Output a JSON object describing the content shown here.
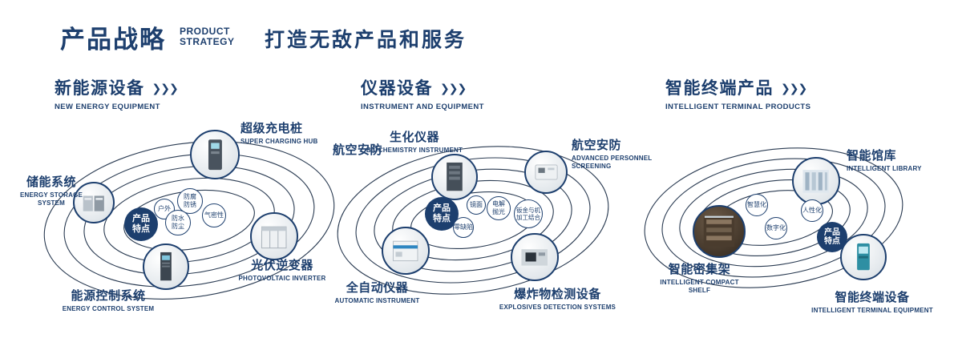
{
  "header": {
    "title": "产品战略",
    "subtitle_line1": "PRODUCT",
    "subtitle_line2": "STRATEGY",
    "tagline": "打造无敌产品和服务"
  },
  "icons": {
    "chevrons": "❯❯❯"
  },
  "sections": [
    {
      "title": "新能源设备",
      "subtitle": "NEW ENERGY EQUIPMENT",
      "hub_label": "产品特点",
      "features": [
        "户外",
        "防腐防锈",
        "气密性",
        "防水防尘"
      ],
      "nodes": [
        {
          "zh": "超级充电桩",
          "en": "SUPER CHARGING HUB"
        },
        {
          "zh": "储能系统",
          "en": "ENERGY STORAGE SYSTEM"
        },
        {
          "zh": "光伏逆变器",
          "en": "PHOTOVOLTAIC INVERTER"
        },
        {
          "zh": "能源控制系统",
          "en": "ENERGY CONTROL SYSTEM"
        }
      ]
    },
    {
      "title": "仪器设备",
      "subtitle": "INSTRUMENT AND EQUIPMENT",
      "hub_label": "产品特点",
      "side_label": "航空安防",
      "features": [
        "镜面",
        "电解抛光",
        "钣金与机加工结合",
        "零缺陷"
      ],
      "nodes": [
        {
          "zh": "生化仪器",
          "en": "BIOCHEMISTRY INSTRUMENT"
        },
        {
          "zh": "航空安防",
          "en": "ADVANCED PERSONNEL SCREENING"
        },
        {
          "zh": "全自动仪器",
          "en": "AUTOMATIC INSTRUMENT"
        },
        {
          "zh": "爆炸物检测设备",
          "en": "EXPLOSIVES DETECTION SYSTEMS"
        }
      ]
    },
    {
      "title": "智能终端产品",
      "subtitle": "INTELLIGENT TERMINAL PRODUCTS",
      "hub_label": "产品特点",
      "features": [
        "智慧化",
        "人性化",
        "数字化"
      ],
      "nodes": [
        {
          "zh": "智能馆库",
          "en": "INTELLIGENT LIBRARY"
        },
        {
          "zh": "智能密集架",
          "en": "INTELLIGENT COMPACT SHELF"
        },
        {
          "zh": "智能终端设备",
          "en": "INTELLIGENT TERMINAL EQUIPMENT"
        }
      ]
    }
  ]
}
